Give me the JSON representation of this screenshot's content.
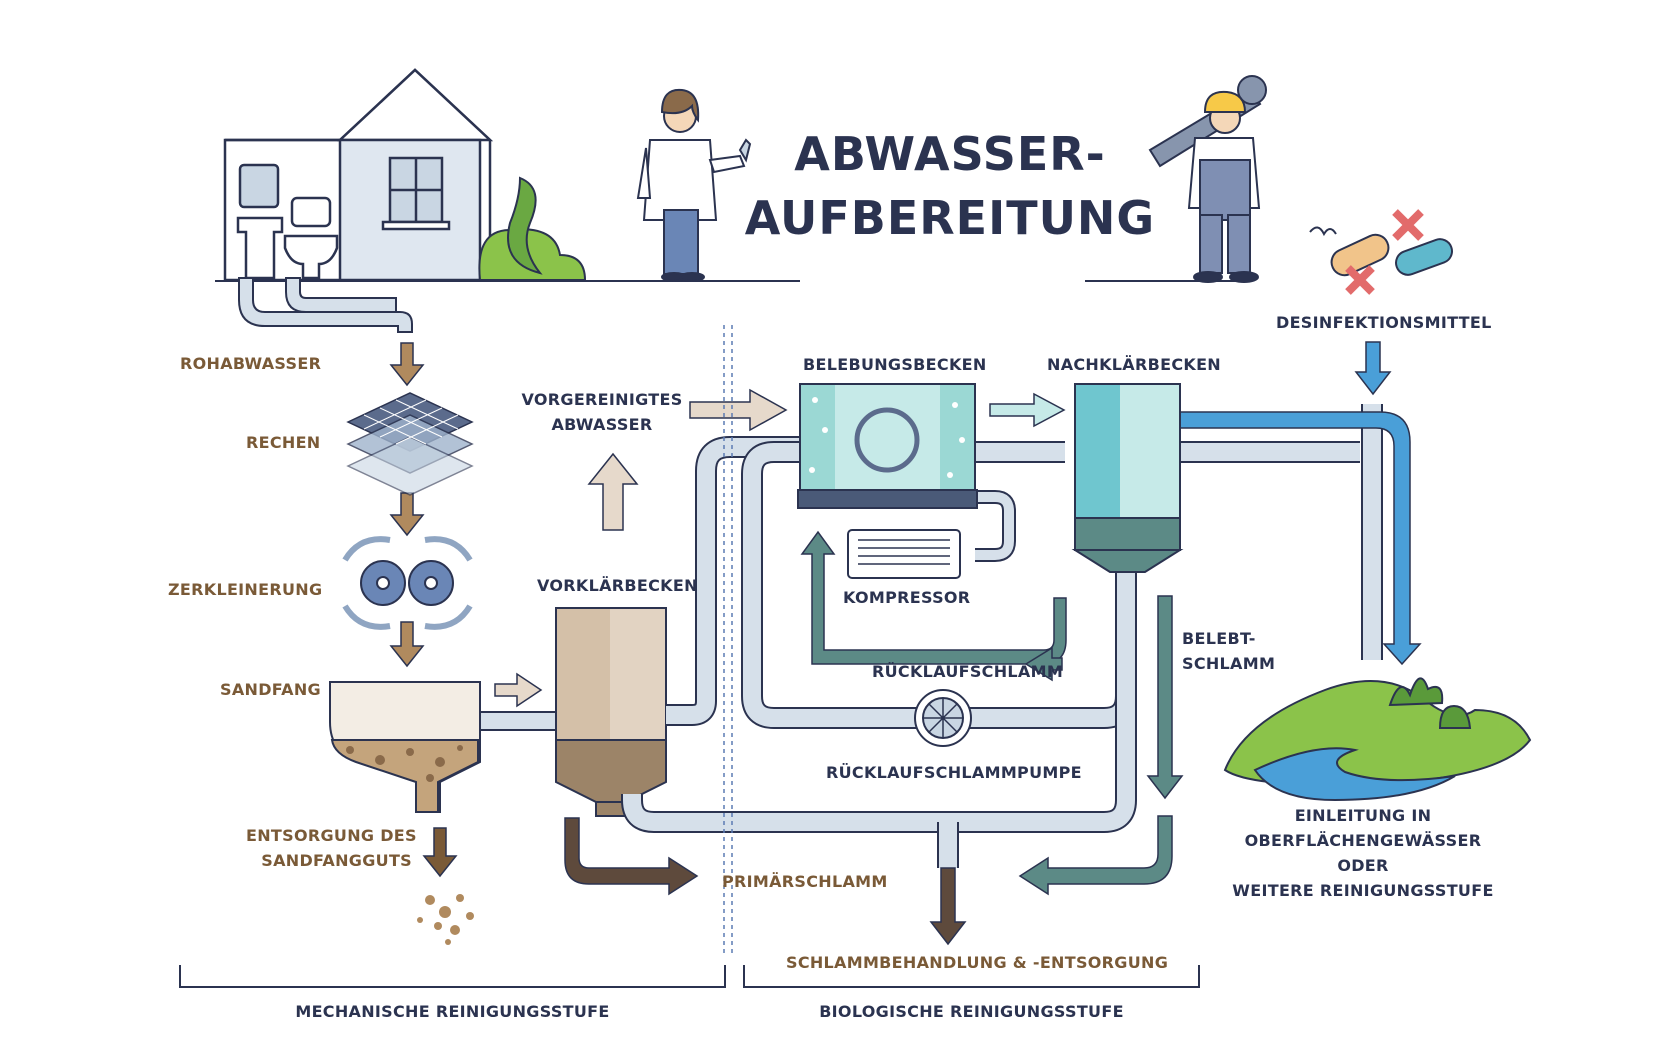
{
  "title": {
    "line1": "ABWASSER-",
    "line2": "AUFBEREITUNG"
  },
  "labels": {
    "rohabwasser": "ROHABWASSER",
    "rechen": "RECHEN",
    "zerkleinerung": "ZERKLEINERUNG",
    "sandfang": "SANDFANG",
    "entsorgung_1": "ENTSORGUNG DES",
    "entsorgung_2": "SANDFANGGUTS",
    "vorgereinigtes_1": "VORGEREINIGTES",
    "vorgereinigtes_2": "ABWASSER",
    "vorklaerbecken": "VORKLÄRBECKEN",
    "belebungsbecken": "BELEBUNGSBECKEN",
    "nachklaerbecken": "NACHKLÄRBECKEN",
    "desinfektionsmittel": "DESINFEKTIONSMITTEL",
    "kompressor": "KOMPRESSOR",
    "ruecklaufschlamm": "RÜCKLAUFSCHLAMM",
    "belebtschlamm_1": "BELEBT-",
    "belebtschlamm_2": "SCHLAMM",
    "ruecklaufschlammpumpe": "RÜCKLAUFSCHLAMMPUMPE",
    "primaerschlamm": "PRIMÄRSCHLAMM",
    "schlammbehandlung": "SCHLAMMBEHANDLUNG & -ENTSORGUNG",
    "einleitung_1": "EINLEITUNG IN",
    "einleitung_2": "OBERFLÄCHENGEWÄSSER",
    "einleitung_3": "ODER",
    "einleitung_4": "WEITERE REINIGUNGSSTUFE"
  },
  "stages": {
    "mechanisch": "MECHANISCHE REINIGUNGSSTUFE",
    "biologisch": "BIOLOGISCHE REINIGUNGSSTUFE"
  },
  "colors": {
    "navy": "#2b3350",
    "brown_label": "#7a5a37",
    "pipe": "#c9d6e3",
    "water_blue": "#4a9fd8",
    "tank_teal": "#6fc6cf",
    "sludge": "#5c8a86",
    "sand": "#c4a47c"
  }
}
